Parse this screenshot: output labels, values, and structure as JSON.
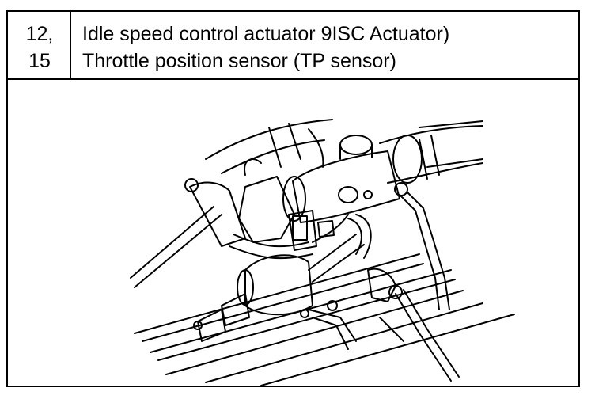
{
  "table": {
    "numbers": [
      "12,",
      "15"
    ],
    "descriptions": [
      "Idle speed control actuator 9ISC Actuator)",
      "Throttle position sensor (TP sensor)"
    ]
  },
  "illustration": {
    "icon": "throttle-body-engine-illustration",
    "stroke_color": "#000000"
  }
}
